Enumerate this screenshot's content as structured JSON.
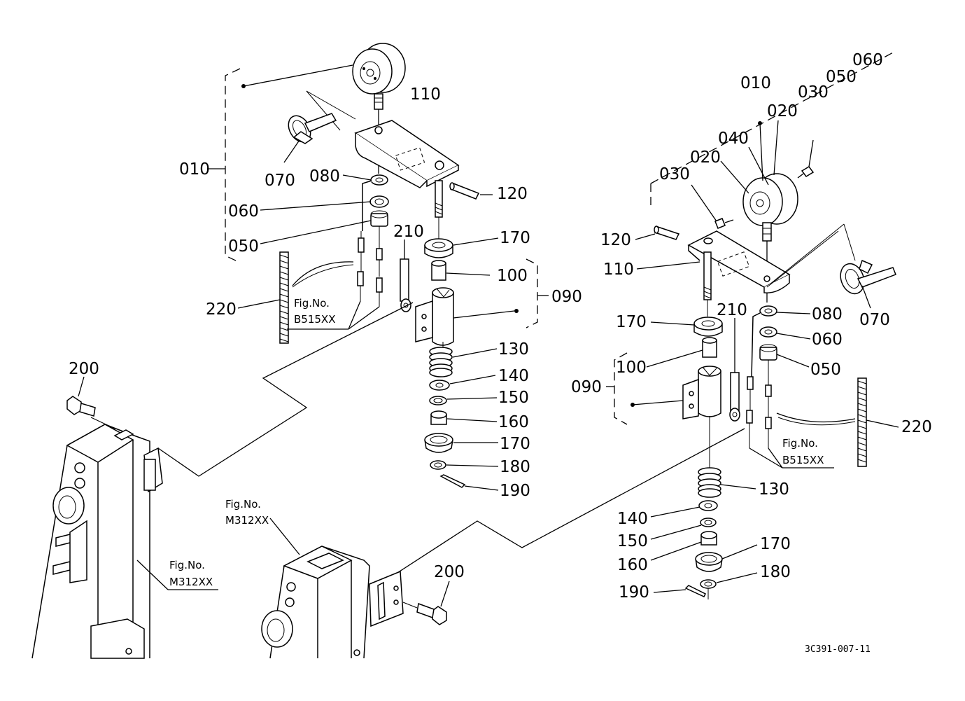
{
  "drawing_code": "3C391-007-11",
  "fig_ref_prefix": "Fig.No.",
  "fig_refs": {
    "harness": "B515XX",
    "frame": "M312XX"
  },
  "left_assembly": {
    "p010": "010",
    "p050": "050",
    "p060": "060",
    "p070": "070",
    "p080": "080",
    "p090": "090",
    "p100": "100",
    "p110": "110",
    "p120": "120",
    "p130": "130",
    "p140": "140",
    "p150": "150",
    "p160": "160",
    "p170a": "170",
    "p170b": "170",
    "p180": "180",
    "p190": "190",
    "p200": "200",
    "p210": "210",
    "p220": "220"
  },
  "right_assembly": {
    "p010": "010",
    "p020a": "020",
    "p020b": "020",
    "p030a": "030",
    "p030b": "030",
    "p040": "040",
    "p050a": "050",
    "p050b": "050",
    "p060a": "060",
    "p060b": "060",
    "p070": "070",
    "p080": "080",
    "p090": "090",
    "p100": "100",
    "p110": "110",
    "p120": "120",
    "p130": "130",
    "p140": "140",
    "p150": "150",
    "p160": "160",
    "p170a": "170",
    "p170b": "170",
    "p180": "180",
    "p190": "190",
    "p200": "200",
    "p210": "210",
    "p220": "220"
  }
}
